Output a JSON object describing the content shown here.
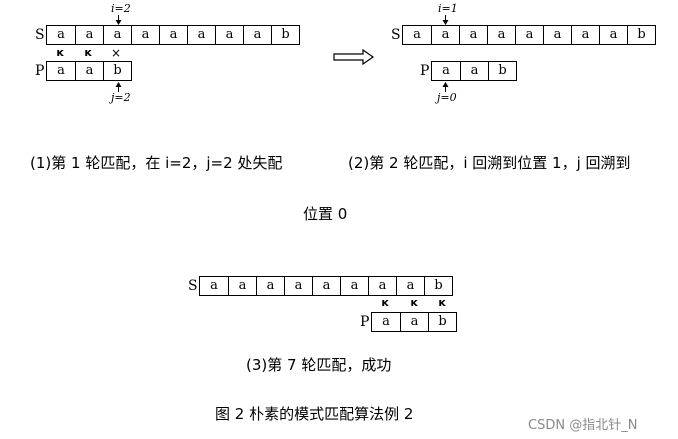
{
  "diagram1": {
    "s_label": "S",
    "s_cells": [
      "a",
      "a",
      "a",
      "a",
      "a",
      "a",
      "a",
      "a",
      "b"
    ],
    "p_label": "P",
    "p_cells": [
      "a",
      "a",
      "b"
    ],
    "i_label": "i=2",
    "j_label": "j=2",
    "marks": [
      "ĸ",
      "ĸ",
      "×"
    ]
  },
  "diagram2": {
    "s_label": "S",
    "s_cells": [
      "a",
      "a",
      "a",
      "a",
      "a",
      "a",
      "a",
      "a",
      "b"
    ],
    "p_label": "P",
    "p_cells": [
      "a",
      "a",
      "b"
    ],
    "i_label": "i=1",
    "j_label": "j=0"
  },
  "diagram3": {
    "s_label": "S",
    "s_cells": [
      "a",
      "a",
      "a",
      "a",
      "a",
      "a",
      "a",
      "a",
      "b"
    ],
    "p_label": "P",
    "p_cells": [
      "a",
      "a",
      "b"
    ],
    "marks": [
      "ĸ",
      "ĸ",
      "ĸ"
    ]
  },
  "captions": {
    "c1": "(1)第 1 轮匹配，在 i=2，j=2 处失配",
    "c2": "(2)第 2 轮匹配，i 回溯到位置 1，j 回溯到",
    "c2b": "位置 0",
    "c3": "(3)第 7 轮匹配，成功",
    "figure": "图 2  朴素的模式匹配算法例 2"
  },
  "watermark": "CSDN @指北针_N"
}
